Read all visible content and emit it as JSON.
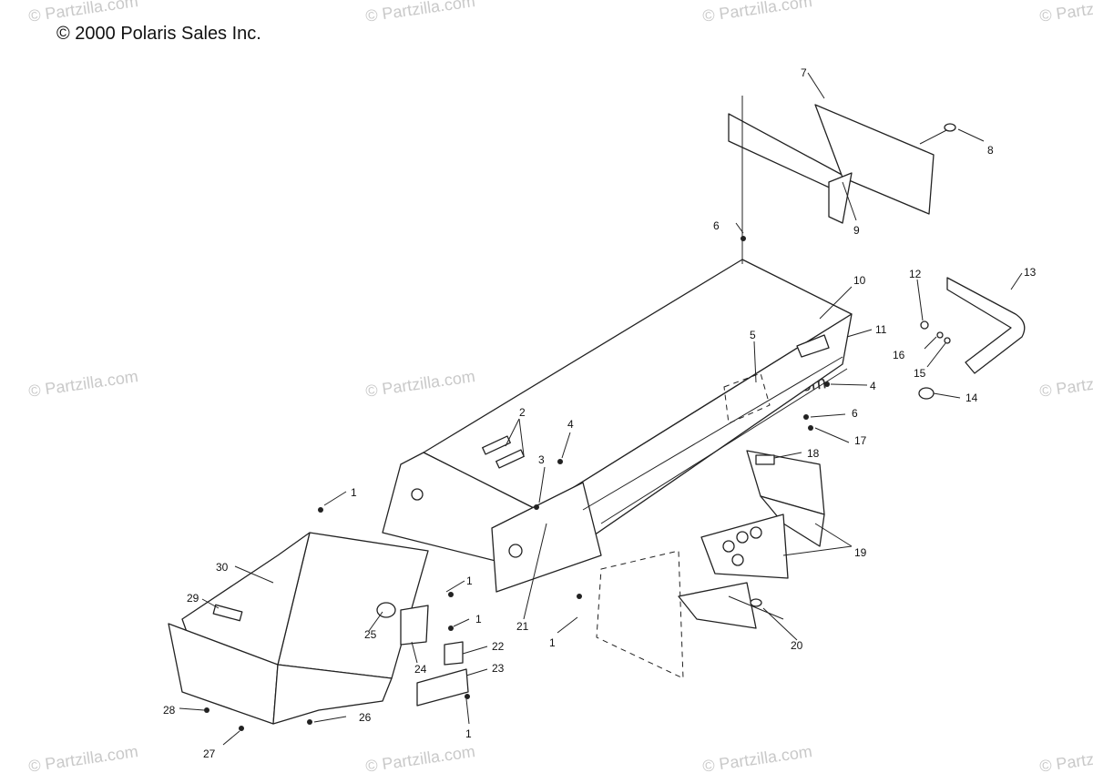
{
  "copyright": "© 2000 Polaris Sales Inc.",
  "watermark": "© Partzilla.com",
  "callouts": [
    {
      "id": "c1a",
      "label": "1"
    },
    {
      "id": "c1b",
      "label": "1"
    },
    {
      "id": "c1c",
      "label": "1"
    },
    {
      "id": "c1d",
      "label": "1"
    },
    {
      "id": "c1e",
      "label": "1"
    },
    {
      "id": "c2",
      "label": "2"
    },
    {
      "id": "c3",
      "label": "3"
    },
    {
      "id": "c4a",
      "label": "4"
    },
    {
      "id": "c4b",
      "label": "4"
    },
    {
      "id": "c5",
      "label": "5"
    },
    {
      "id": "c6a",
      "label": "6"
    },
    {
      "id": "c6b",
      "label": "6"
    },
    {
      "id": "c7",
      "label": "7"
    },
    {
      "id": "c8",
      "label": "8"
    },
    {
      "id": "c9",
      "label": "9"
    },
    {
      "id": "c10",
      "label": "10"
    },
    {
      "id": "c11",
      "label": "11"
    },
    {
      "id": "c12",
      "label": "12"
    },
    {
      "id": "c13",
      "label": "13"
    },
    {
      "id": "c14",
      "label": "14"
    },
    {
      "id": "c15",
      "label": "15"
    },
    {
      "id": "c16",
      "label": "16"
    },
    {
      "id": "c17",
      "label": "17"
    },
    {
      "id": "c18",
      "label": "18"
    },
    {
      "id": "c19",
      "label": "19"
    },
    {
      "id": "c20",
      "label": "20"
    },
    {
      "id": "c21",
      "label": "21"
    },
    {
      "id": "c22",
      "label": "22"
    },
    {
      "id": "c23",
      "label": "23"
    },
    {
      "id": "c24",
      "label": "24"
    },
    {
      "id": "c25",
      "label": "25"
    },
    {
      "id": "c26",
      "label": "26"
    },
    {
      "id": "c27",
      "label": "27"
    },
    {
      "id": "c28",
      "label": "28"
    },
    {
      "id": "c29",
      "label": "29"
    },
    {
      "id": "c30",
      "label": "30"
    }
  ]
}
